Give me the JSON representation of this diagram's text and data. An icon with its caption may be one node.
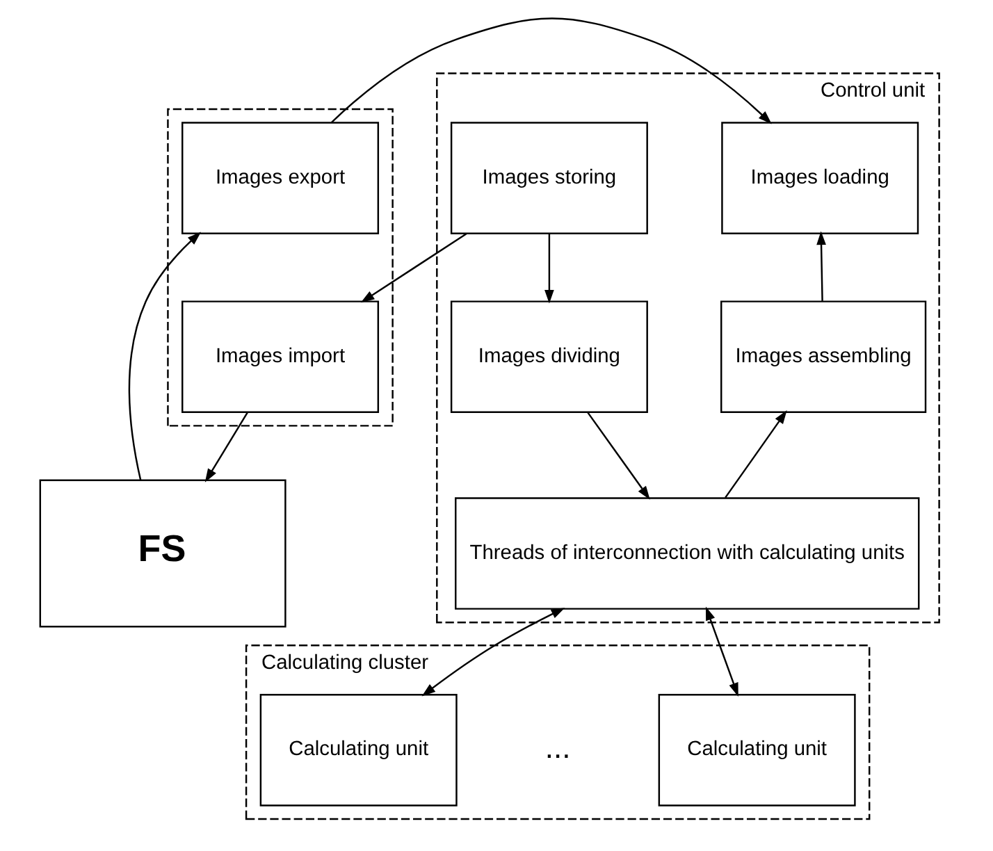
{
  "diagram": {
    "nodes": [
      {
        "text": [],
        "shape": "box"
      },
      {
        "text": [
          "Images export"
        ],
        "in": 0
      },
      {
        "text": [
          "Images import"
        ],
        "in": 0
      },
      {
        "text": [
          "Control unit"
        ]
      },
      {
        "text": [
          "Images storing"
        ],
        "in": 3
      },
      {
        "text": [
          "Images loading"
        ],
        "in": 3
      },
      {
        "text": [
          "Images dividing"
        ],
        "in": 3
      },
      {
        "text": [
          "Images assembling"
        ],
        "in": 3
      },
      {
        "text": [
          "Threads of interconnection with calculating units"
        ],
        "in": 3
      },
      {
        "text": [
          "FS"
        ]
      },
      {
        "text": [
          "Calculating cluster"
        ]
      },
      {
        "text": [
          "Calculating unit"
        ],
        "in": 10
      },
      {
        "text": [
          "Calculating unit"
        ],
        "in": 10
      }
    ],
    "edges": [
      {
        "from": 9,
        "to": 1,
        "arrow": "to"
      },
      {
        "from": 2,
        "to": 9,
        "arrow": "to"
      },
      {
        "from": 1,
        "to": 5,
        "arrow": "to"
      },
      {
        "from": 4,
        "to": 2,
        "arrow": "to"
      },
      {
        "from": 4,
        "to": 6,
        "arrow": "to"
      },
      {
        "from": 6,
        "to": 8,
        "arrow": "to"
      },
      {
        "from": 8,
        "to": 7,
        "arrow": "to"
      },
      {
        "from": 7,
        "to": 5,
        "arrow": "to"
      },
      {
        "from": 8,
        "to": 11,
        "arrow": "both"
      },
      {
        "from": 8,
        "to": 12,
        "arrow": "both"
      }
    ],
    "labels": [
      "..."
    ]
  }
}
